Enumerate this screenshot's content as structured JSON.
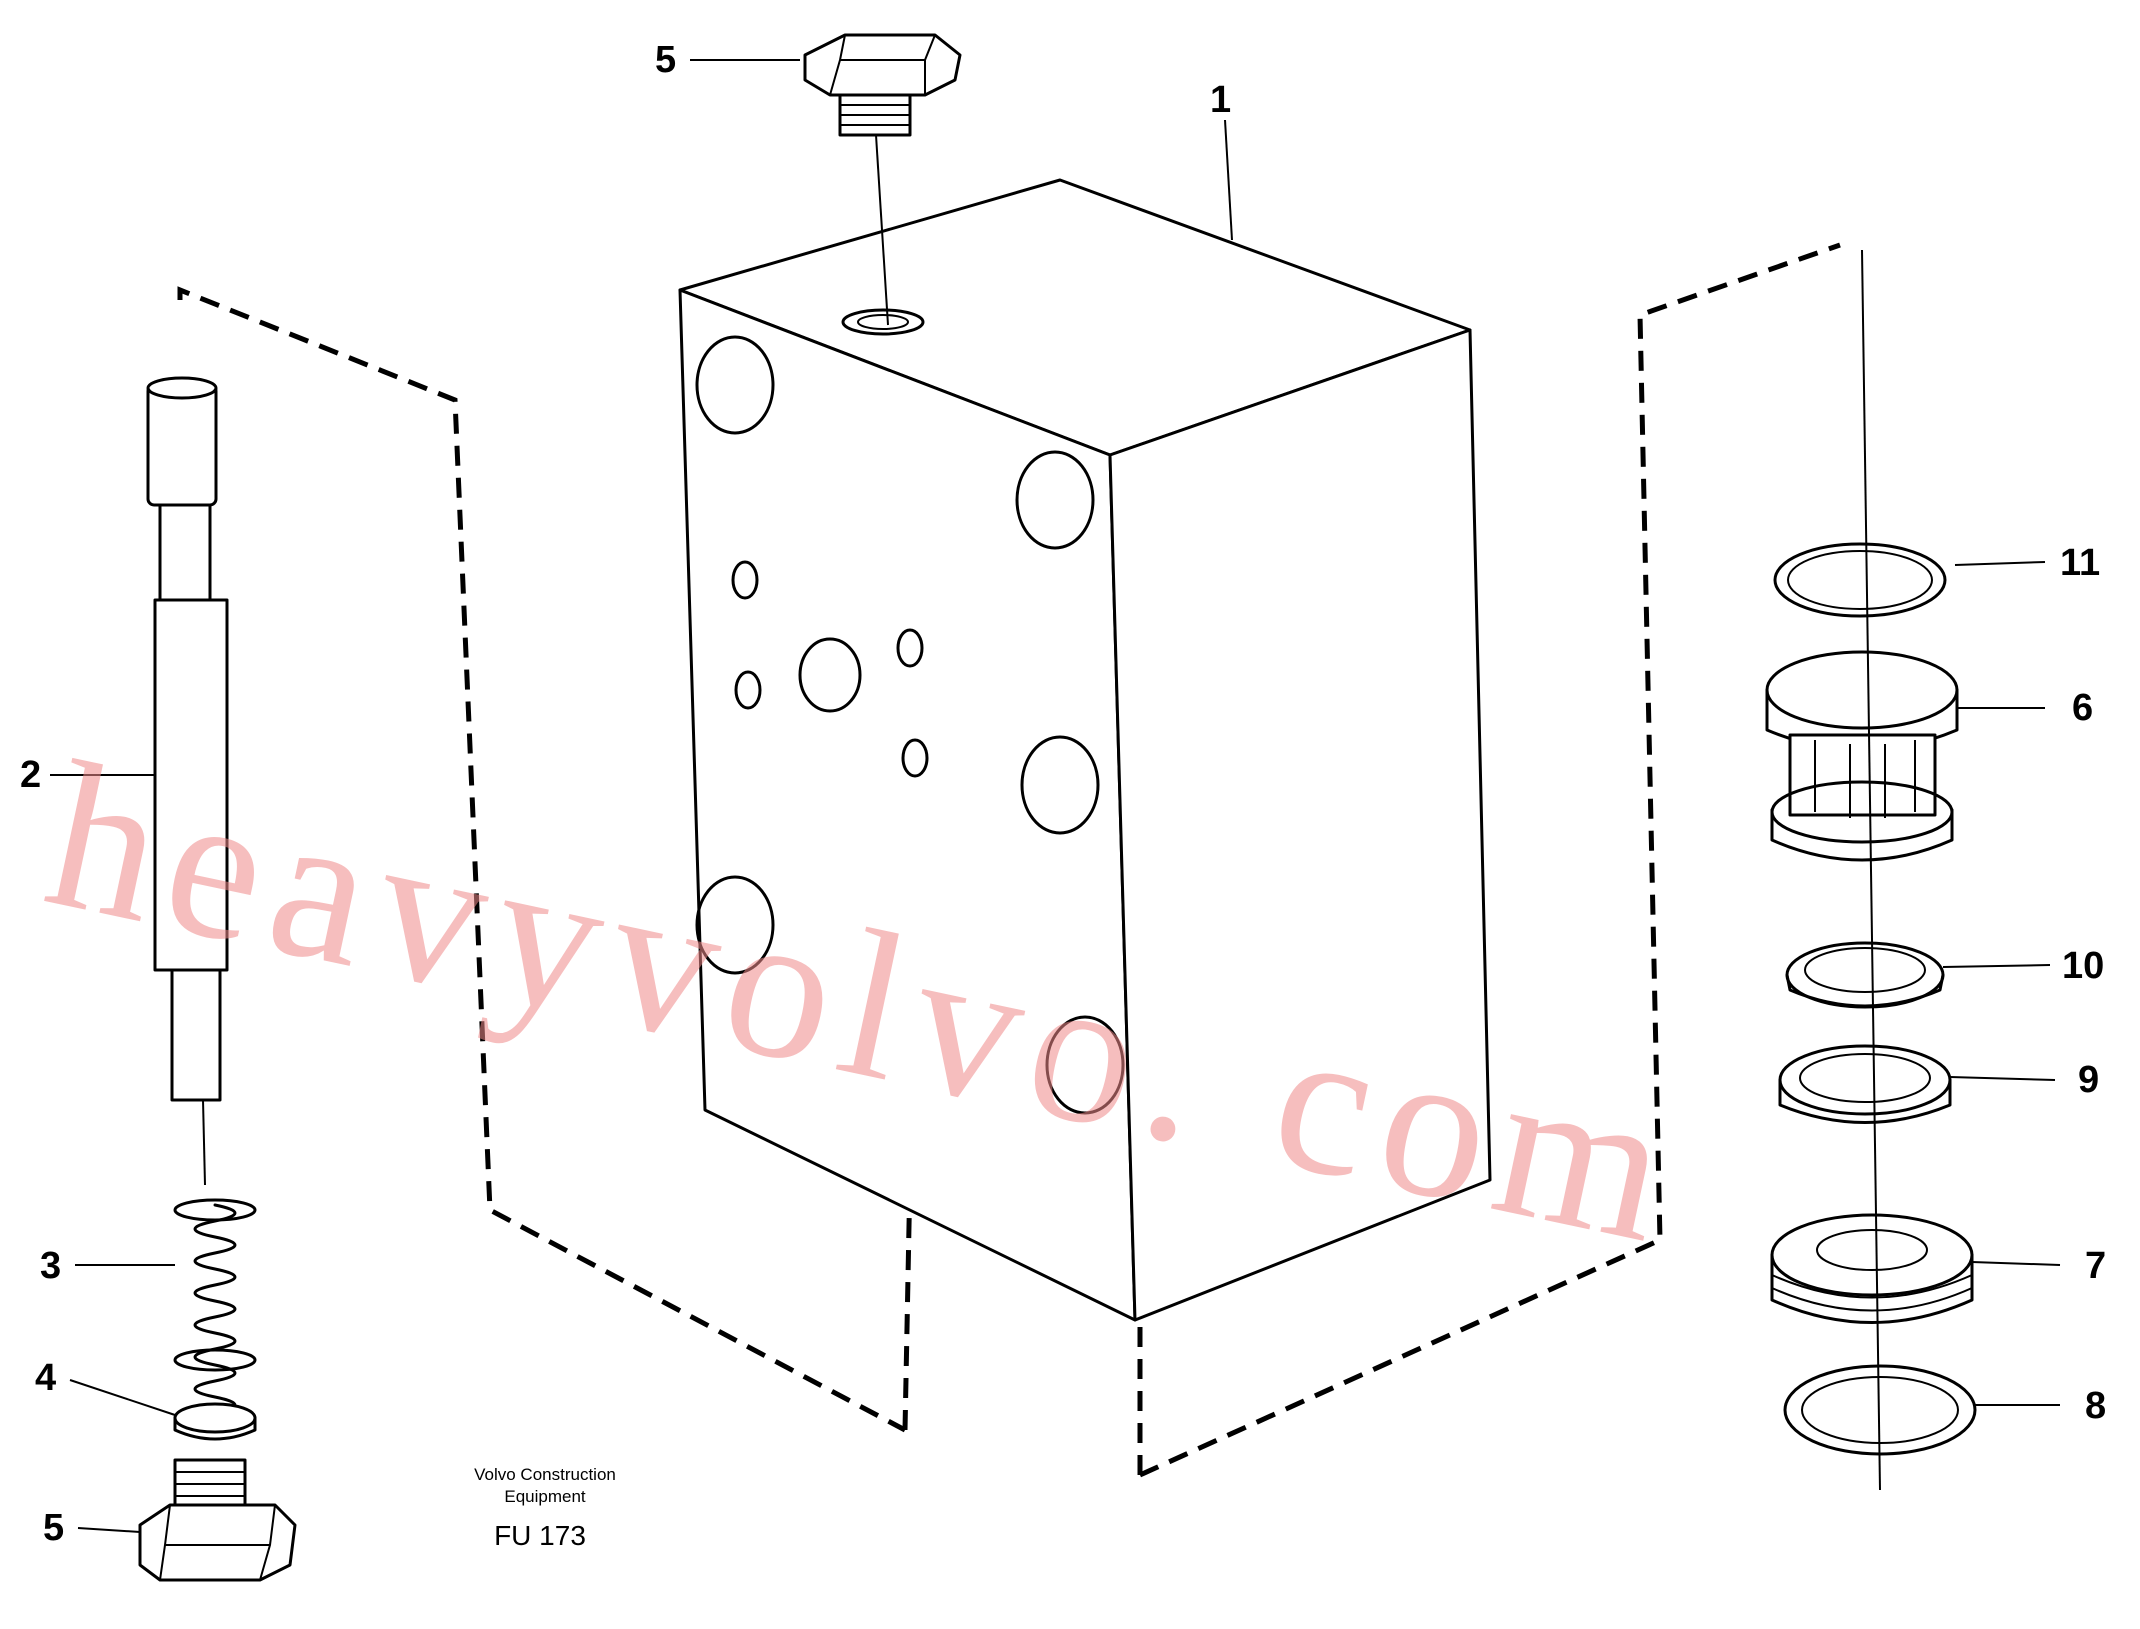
{
  "callouts": {
    "c1": "1",
    "c2": "2",
    "c3": "3",
    "c4": "4",
    "c5_top": "5",
    "c5_bottom": "5",
    "c6": "6",
    "c7": "7",
    "c8": "8",
    "c9": "9",
    "c10": "10",
    "c11": "11"
  },
  "caption": {
    "line1": "Volvo Construction",
    "line2": "Equipment",
    "figure_ref": "FU 173"
  },
  "watermark": "heavyvolvo. com"
}
